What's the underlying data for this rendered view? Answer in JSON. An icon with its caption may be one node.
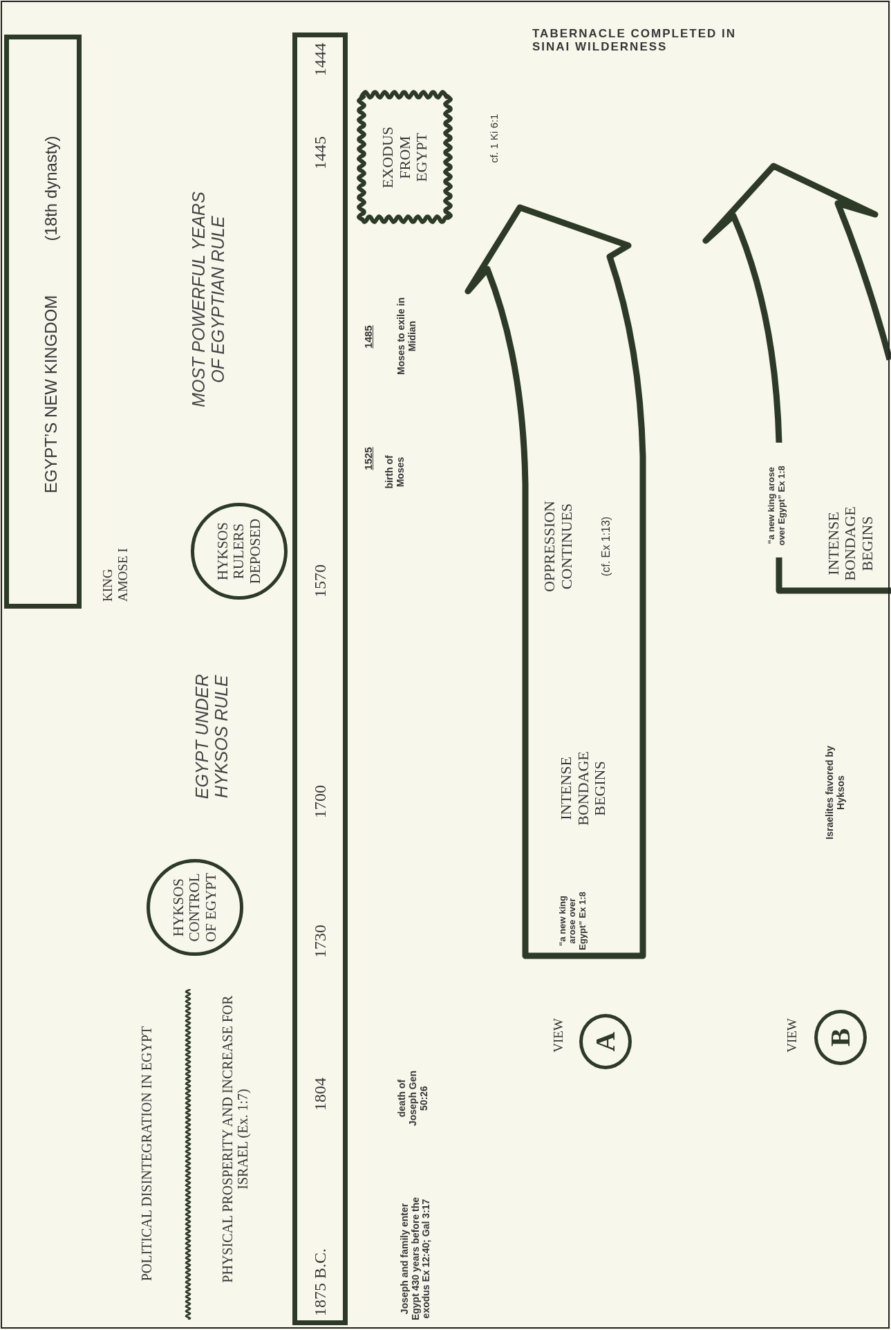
{
  "diagram": {
    "nodes": [
      {
        "text": [
          "EGYPT’S NEW KINGDOM",
          "(18th dynasty)"
        ]
      },
      {
        "text": [
          "HYKSOS RULERS DEPOSED"
        ]
      },
      {
        "text": [
          "HYKSOS CONTROL OF EGYPT"
        ]
      },
      {
        "text": [
          "1875 B.C.",
          "1804",
          "1730",
          "1700",
          "1570",
          "1445",
          "1444"
        ]
      },
      {
        "text": [
          "EXODUS FROM EGYPT"
        ]
      },
      {
        "text": [
          "OPPRESSION CONTINUES",
          "(cf. Ex 1:13)",
          "INTENSE BONDAGE BEGINS",
          "“a new king arose over Egypt” Ex 1:8"
        ]
      },
      {
        "text": [
          "“a new king arose over Egypt” Ex 1:8",
          "INTENSE BONDAGE BEGINS"
        ]
      }
    ],
    "labels": [
      "TABERNACLE COMPLETED IN SINAI WILDERNESS",
      "KING AMOSE I",
      "MOST POWERFUL YEARS OF EGYPTIAN RULE",
      "EGYPT UNDER HYKSOS RULE",
      "POLITICAL DISINTEGRATION IN EGYPT",
      "PHYSICAL PROSPERITY AND INCREASE FOR ISRAEL (Ex. 1:7)",
      "Joseph and family enter Egypt 430 years before the exodus Ex 12:40; Gal 3:17",
      "death of Joseph Gen 50:26",
      "1525",
      "birth of Moses",
      "1485",
      "Moses to exile in Midian",
      "cf. 1 Ki 6:1",
      "VIEW",
      "A",
      "Israelites favored by Hyksos",
      "VIEW",
      "B"
    ]
  }
}
